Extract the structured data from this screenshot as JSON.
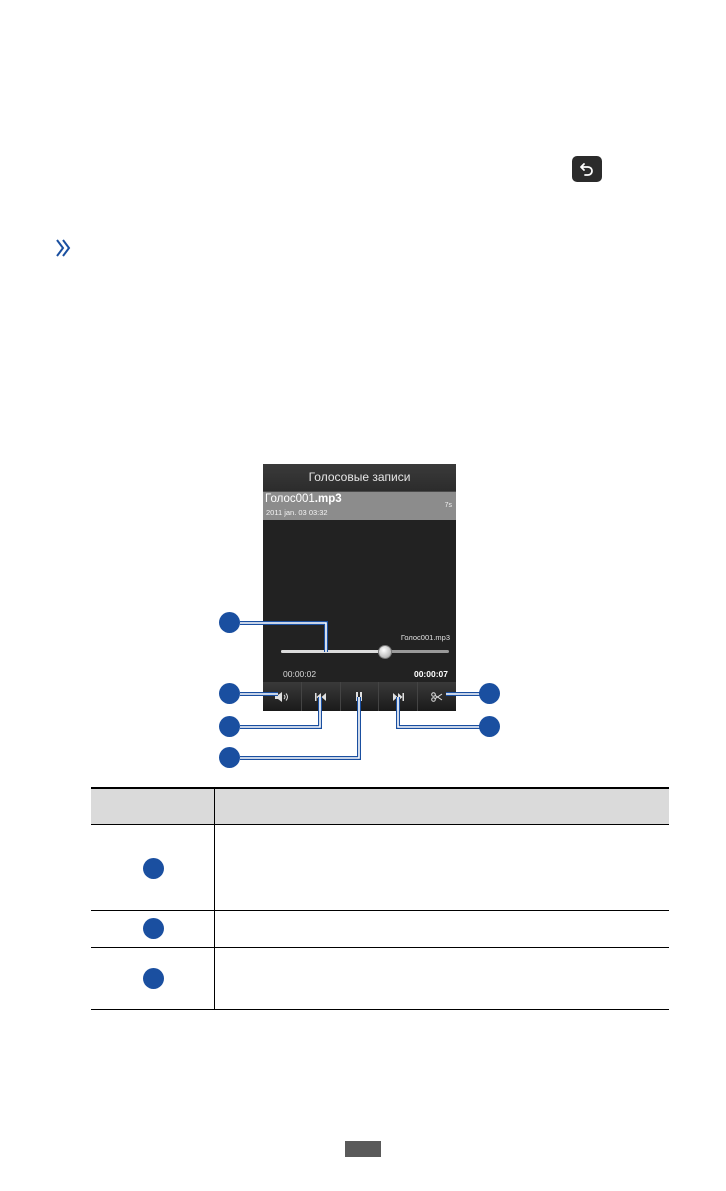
{
  "icons": {
    "back_key": "back-arrow-icon",
    "section_marker": "double-chevron-icon",
    "volume": "volume-icon",
    "rewind": "rewind-icon",
    "pause": "pause-icon",
    "fast_forward": "fast-forward-icon",
    "trim": "scissors-icon"
  },
  "colors": {
    "callout": "#1a4fa0",
    "screen_bg": "#1f1f1f",
    "file_row": "#8c8c8c",
    "table_header": "#dadada"
  },
  "player": {
    "title": "Голосовые записи",
    "file_name": "Голос001",
    "file_ext": ".mp3",
    "file_date": "2011 jan. 03 03:32",
    "file_length": "7s",
    "track_label": "Голос001.mp3",
    "elapsed": "00:00:02",
    "total": "00:00:07",
    "progress": 0.62
  }
}
